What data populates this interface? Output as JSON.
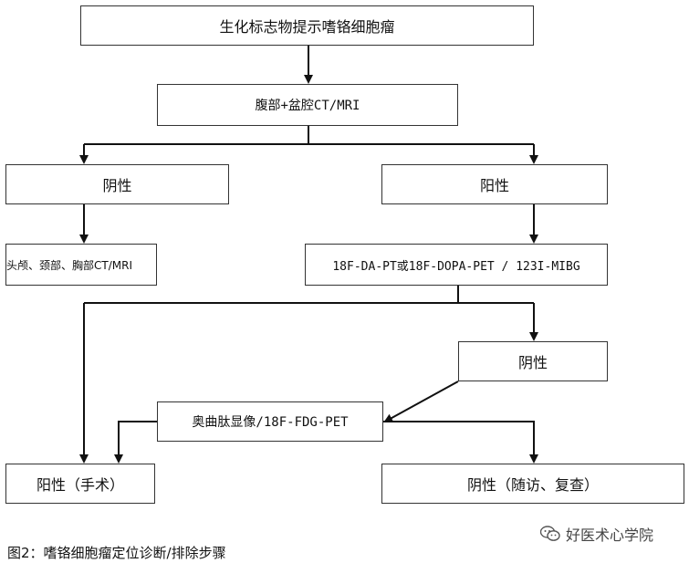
{
  "boxes": {
    "biochem": "生化标志物提示嗜铬细胞瘤",
    "abd_ct": "腹部+盆腔CT/MRI",
    "neg1": "阴性",
    "pos1": "阳性",
    "head_ct": "头颅、颈部、胸部CT/MRI",
    "pet": "18F-DA-PT或18F-DOPA-PET / 123I-MIBG",
    "neg2": "阴性",
    "octreo": "奥曲肽显像/18F-FDG-PET",
    "pos_surgery": "阳性（手术）",
    "neg_followup": "阴性（随访、复查）"
  },
  "caption": "图2：嗜铬细胞瘤定位诊断/排除步骤",
  "watermark": "好医术心学院",
  "icons": {
    "watermark": "wechat-icon"
  }
}
